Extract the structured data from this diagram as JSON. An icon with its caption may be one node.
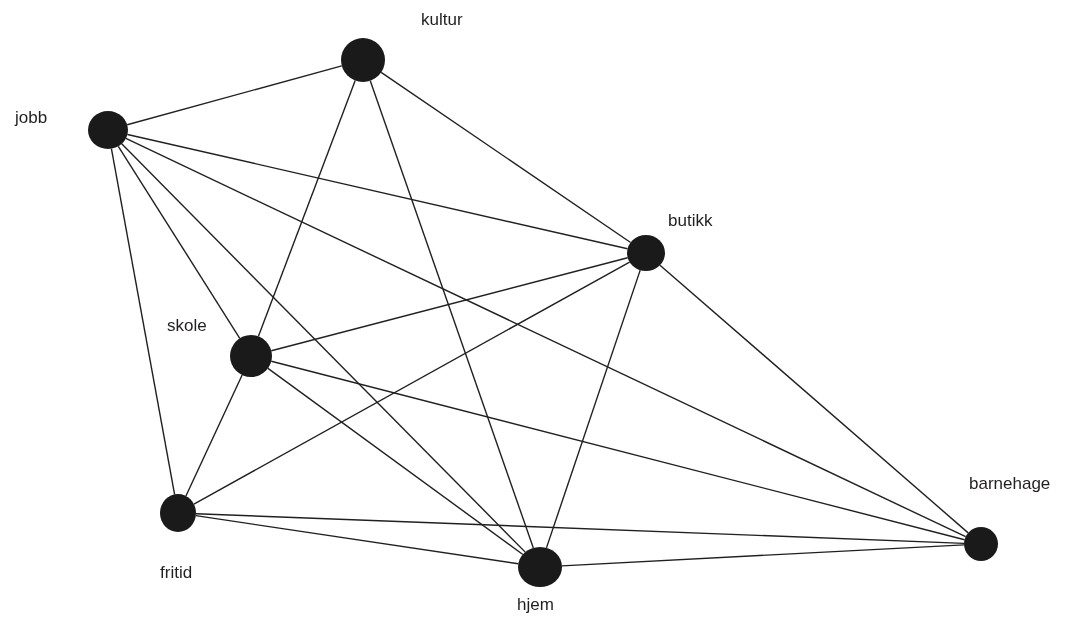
{
  "diagram": {
    "nodes": [
      {
        "text": [
          "kultur"
        ]
      },
      {
        "text": [
          "jobb"
        ]
      },
      {
        "text": [
          "butikk"
        ]
      },
      {
        "text": [
          "skole"
        ]
      },
      {
        "text": [
          "fritid"
        ]
      },
      {
        "text": [
          "hjem"
        ]
      },
      {
        "text": [
          "barnehage"
        ]
      }
    ],
    "edges": [
      {
        "from": 1,
        "to": 0,
        "arrow": "none"
      },
      {
        "from": 0,
        "to": 3,
        "arrow": "none"
      },
      {
        "from": 0,
        "to": 5,
        "arrow": "none"
      },
      {
        "from": 0,
        "to": 2,
        "arrow": "none"
      },
      {
        "from": 1,
        "to": 2,
        "arrow": "none"
      },
      {
        "from": 1,
        "to": 6,
        "arrow": "none"
      },
      {
        "from": 1,
        "to": 3,
        "arrow": "none"
      },
      {
        "from": 1,
        "to": 5,
        "arrow": "none"
      },
      {
        "from": 1,
        "to": 4,
        "arrow": "none"
      },
      {
        "from": 3,
        "to": 2,
        "arrow": "none"
      },
      {
        "from": 4,
        "to": 2,
        "arrow": "none"
      },
      {
        "from": 5,
        "to": 2,
        "arrow": "none"
      },
      {
        "from": 2,
        "to": 6,
        "arrow": "none"
      },
      {
        "from": 3,
        "to": 6,
        "arrow": "none"
      },
      {
        "from": 3,
        "to": 5,
        "arrow": "none"
      },
      {
        "from": 3,
        "to": 4,
        "arrow": "none"
      },
      {
        "from": 4,
        "to": 5,
        "arrow": "none"
      },
      {
        "from": 4,
        "to": 6,
        "arrow": "none"
      },
      {
        "from": 5,
        "to": 6,
        "arrow": "none"
      }
    ]
  }
}
